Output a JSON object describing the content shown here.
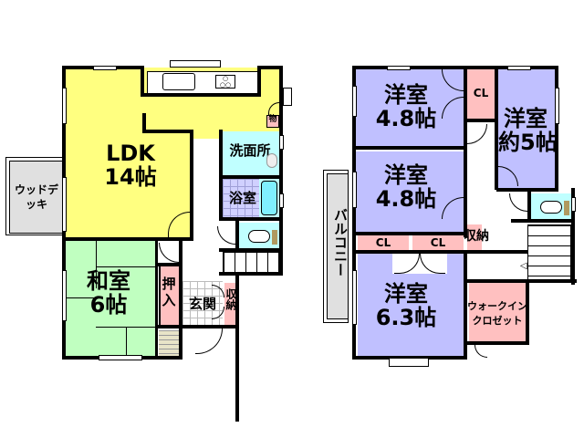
{
  "colors": {
    "ldk": "#ffff80",
    "washitsu": "#c0ffc0",
    "youshitsu": "#c0c0ff",
    "storage": "#ffc0c0",
    "water": "#c0ffff",
    "exterior": "#e0e0e0",
    "wall": "#000000"
  },
  "floor1": {
    "rooms": {
      "ldk": {
        "name": "LDK",
        "size": "14帖"
      },
      "washitsu": {
        "name": "和室",
        "size": "6帖"
      },
      "senmenjo": {
        "name": "洗面所"
      },
      "yokushitsu": {
        "name": "浴室"
      },
      "oshiire": {
        "name": "押入"
      },
      "genkan": {
        "name": "玄関"
      },
      "shuno": {
        "name": "収納"
      },
      "mono": {
        "name": "物"
      },
      "wood_deck": {
        "name": "ウッドデッキ"
      }
    }
  },
  "floor2": {
    "rooms": {
      "youshitsu_a": {
        "name": "洋室",
        "size": "4.8帖"
      },
      "youshitsu_b": {
        "name": "洋室",
        "size": "約5帖"
      },
      "youshitsu_c": {
        "name": "洋室",
        "size": "4.8帖"
      },
      "youshitsu_d": {
        "name": "洋室",
        "size": "6.3帖"
      },
      "cl_top": {
        "name": "CL"
      },
      "cl_left": {
        "name": "CL"
      },
      "cl_mid": {
        "name": "CL"
      },
      "shuno": {
        "name": "収納"
      },
      "walk_in": {
        "line1": "ウォークイン",
        "line2": "クロゼット"
      },
      "balcony": {
        "name": "バルコニー"
      }
    }
  }
}
